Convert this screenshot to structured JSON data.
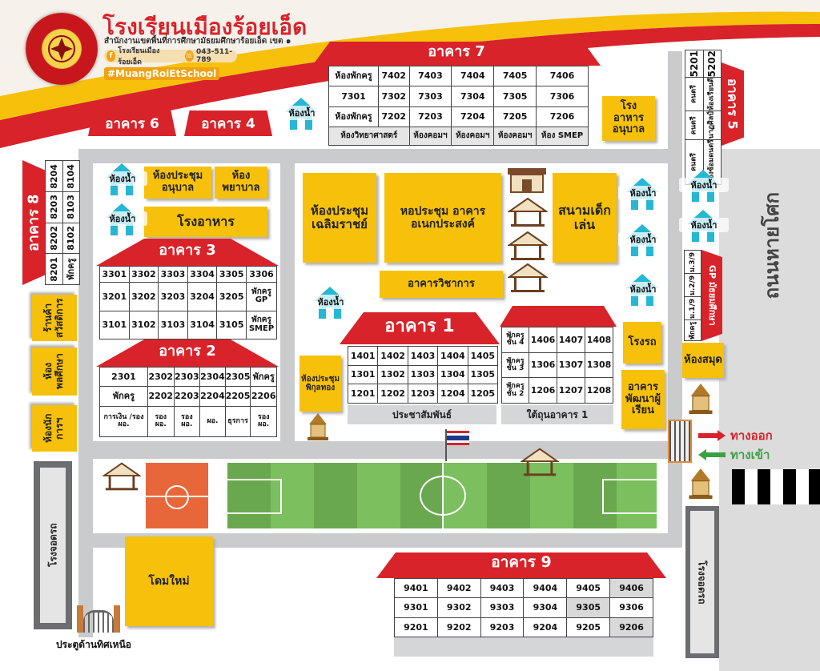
{
  "header": {
    "school_name": "โรงเรียนเมืองร้อยเอ็ด",
    "subtitle": "สำนักงานเขตพื้นที่การศึกษามัธยมศึกษาร้อยเอ็ด เขต ๑",
    "facebook_label": "โรงเรียนเมืองร้อยเอ็ด",
    "phone": "043-511-789",
    "hashtag": "#MuangRoiEtSchool",
    "colors": {
      "red": "#d8232a",
      "yellow": "#f7c10b",
      "gold": "#f2b200"
    }
  },
  "buildings": {
    "b7": {
      "name": "อาคาร 7",
      "rows": [
        [
          "ห้องพักครู",
          "7402",
          "7403",
          "7404",
          "7405",
          "7406"
        ],
        [
          "7301",
          "7302",
          "7303",
          "7304",
          "7305",
          "7306"
        ],
        [
          "ห้องพักครู",
          "7202",
          "7203",
          "7204",
          "7205",
          "7206"
        ],
        [
          "ห้องวิทยาศาสตร์",
          "ห้องคอมฯ",
          "ห้องคอมฯ",
          "ห้องคอมฯ",
          "ห้อง SMEP"
        ]
      ]
    },
    "b6": {
      "name": "อาคาร 6"
    },
    "b4": {
      "name": "อาคาร 4"
    },
    "b5": {
      "name": "อาคาร 5",
      "cols": [
        [
          "5201",
          "คนตรี",
          "คนตรี",
          "คนตรี"
        ],
        [
          "5202",
          "ห้องเรียนตี",
          "นาฏศิลป์",
          "ห้องซ้อมดนตรี"
        ]
      ]
    },
    "b8": {
      "name": "อาคาร 8",
      "rows": [
        [
          "8204",
          "8104"
        ],
        [
          "8203",
          "8103"
        ],
        [
          "8202",
          "8102"
        ],
        [
          "8201",
          "พักครู"
        ]
      ]
    },
    "b3": {
      "name": "อาคาร 3",
      "rows": [
        [
          "3301",
          "3302",
          "3303",
          "3304",
          "3305",
          "3306"
        ],
        [
          "3201",
          "3202",
          "3203",
          "3204",
          "3205",
          "พักครู GP"
        ],
        [
          "3101",
          "3102",
          "3103",
          "3104",
          "3105",
          "พักครู SMEP"
        ]
      ]
    },
    "b2": {
      "name": "อาคาร 2",
      "rows": [
        [
          "2301",
          "2302",
          "2303",
          "2304",
          "2305",
          "พักครู"
        ],
        [
          "พักครู",
          "2202",
          "2203",
          "2204",
          "2205",
          "2206"
        ],
        [
          "การเงิน /รอง ผอ.",
          "รอง ผอ.",
          "รอง ผอ.",
          "ผอ.",
          "ธุรการ",
          "รอง ผอ."
        ]
      ]
    },
    "b1": {
      "name": "อาคาร 1",
      "left_rows": [
        [
          "1401",
          "1402",
          "1403",
          "1404",
          "1405"
        ],
        [
          "1301",
          "1302",
          "1303",
          "1304",
          "1305"
        ],
        [
          "1201",
          "1202",
          "1203",
          "1204",
          "1205"
        ]
      ],
      "right_rows": [
        [
          "พักครู ชั้น 4",
          "1406",
          "1407",
          "1408"
        ],
        [
          "พักครู ชั้น 3",
          "1306",
          "1307",
          "1308"
        ],
        [
          "พักครู ชั้น 2",
          "1206",
          "1207",
          "1208"
        ]
      ],
      "footer_left": "ประชาสัมพันธ์",
      "footer_right": "ใต้ถุนอาคาร 1"
    },
    "b9": {
      "name": "อาคาร 9",
      "rows": [
        [
          "9401",
          "9402",
          "9403",
          "9404",
          "9405",
          "9406"
        ],
        [
          "9301",
          "9302",
          "9303",
          "9304",
          "9305",
          "9306"
        ],
        [
          "9201",
          "9202",
          "9203",
          "9204",
          "9205",
          "9206"
        ]
      ]
    }
  },
  "places": {
    "kindergarten_cafeteria": "โรงอาหารอนุบาล",
    "kindergarten_meeting": "ห้องประชุมอนุบาล",
    "nurse_room": "ห้องพยาบาล",
    "cafeteria": "โรงอาหาร",
    "chalermraj_meeting": "ห้องประชุมเฉลิมราชย์",
    "auditorium": "หอประชุม อาคารอเนกประสงค์",
    "playground": "สนามเด็กเล่น",
    "academic_building": "อาคารวิชาการ",
    "welfare_shop": "ร้านค้าสวัสดิการ",
    "pe_room": "ห้องพลศึกษา",
    "student_affairs": "ห้องนักการฯ",
    "phikunthong_meeting": "ห้องประชุมพิกุลทอง",
    "car_garage": "โรงรถ",
    "learner_dev_building": "อาคารพัฒนาผู้เรียน",
    "library": "ห้องสมุด",
    "gp_office": "GP มัธยมศึกษา",
    "gp_rooms": [
      "ม.3/9",
      "ม.2/9",
      "ม.1/9",
      "พักครู"
    ],
    "new_dome": "โดมใหม่",
    "parking": "โรงจอดรถ",
    "north_gate": "ประตูด้านทิศเหนือ",
    "road_name": "ถนนหายโศก",
    "restroom": "ห้องน้ำ",
    "exit": "ทางออก",
    "entrance": "ทางเข้า"
  }
}
